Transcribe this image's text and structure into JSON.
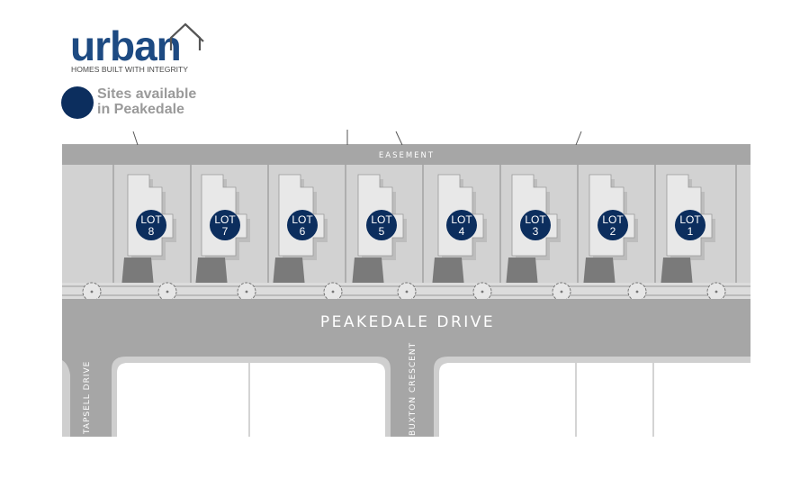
{
  "logo": {
    "wordmark": "urban",
    "tagline": "HOMES BUILT WITH INTEGRITY"
  },
  "legend": {
    "text_line1": "Sites available",
    "text_line2": "in Peakedale",
    "dot_color": "#0c2e5e"
  },
  "map": {
    "easement_label": "EASEMENT",
    "main_street": "PEAKEDALE DRIVE",
    "side_street_left": "TAPSELL DRIVE",
    "side_street_right": "BUXTON CRESCENT",
    "lots": [
      {
        "word": "LOT",
        "number": "8"
      },
      {
        "word": "LOT",
        "number": "7"
      },
      {
        "word": "LOT",
        "number": "6"
      },
      {
        "word": "LOT",
        "number": "5"
      },
      {
        "word": "LOT",
        "number": "4"
      },
      {
        "word": "LOT",
        "number": "3"
      },
      {
        "word": "LOT",
        "number": "2"
      },
      {
        "word": "LOT",
        "number": "1"
      }
    ],
    "colors": {
      "road": "#a6a6a6",
      "lot": "#d2d2d2",
      "house": "#e8e8e8",
      "driveway": "#7a7a7a",
      "marker": "#0c2e5e"
    }
  }
}
